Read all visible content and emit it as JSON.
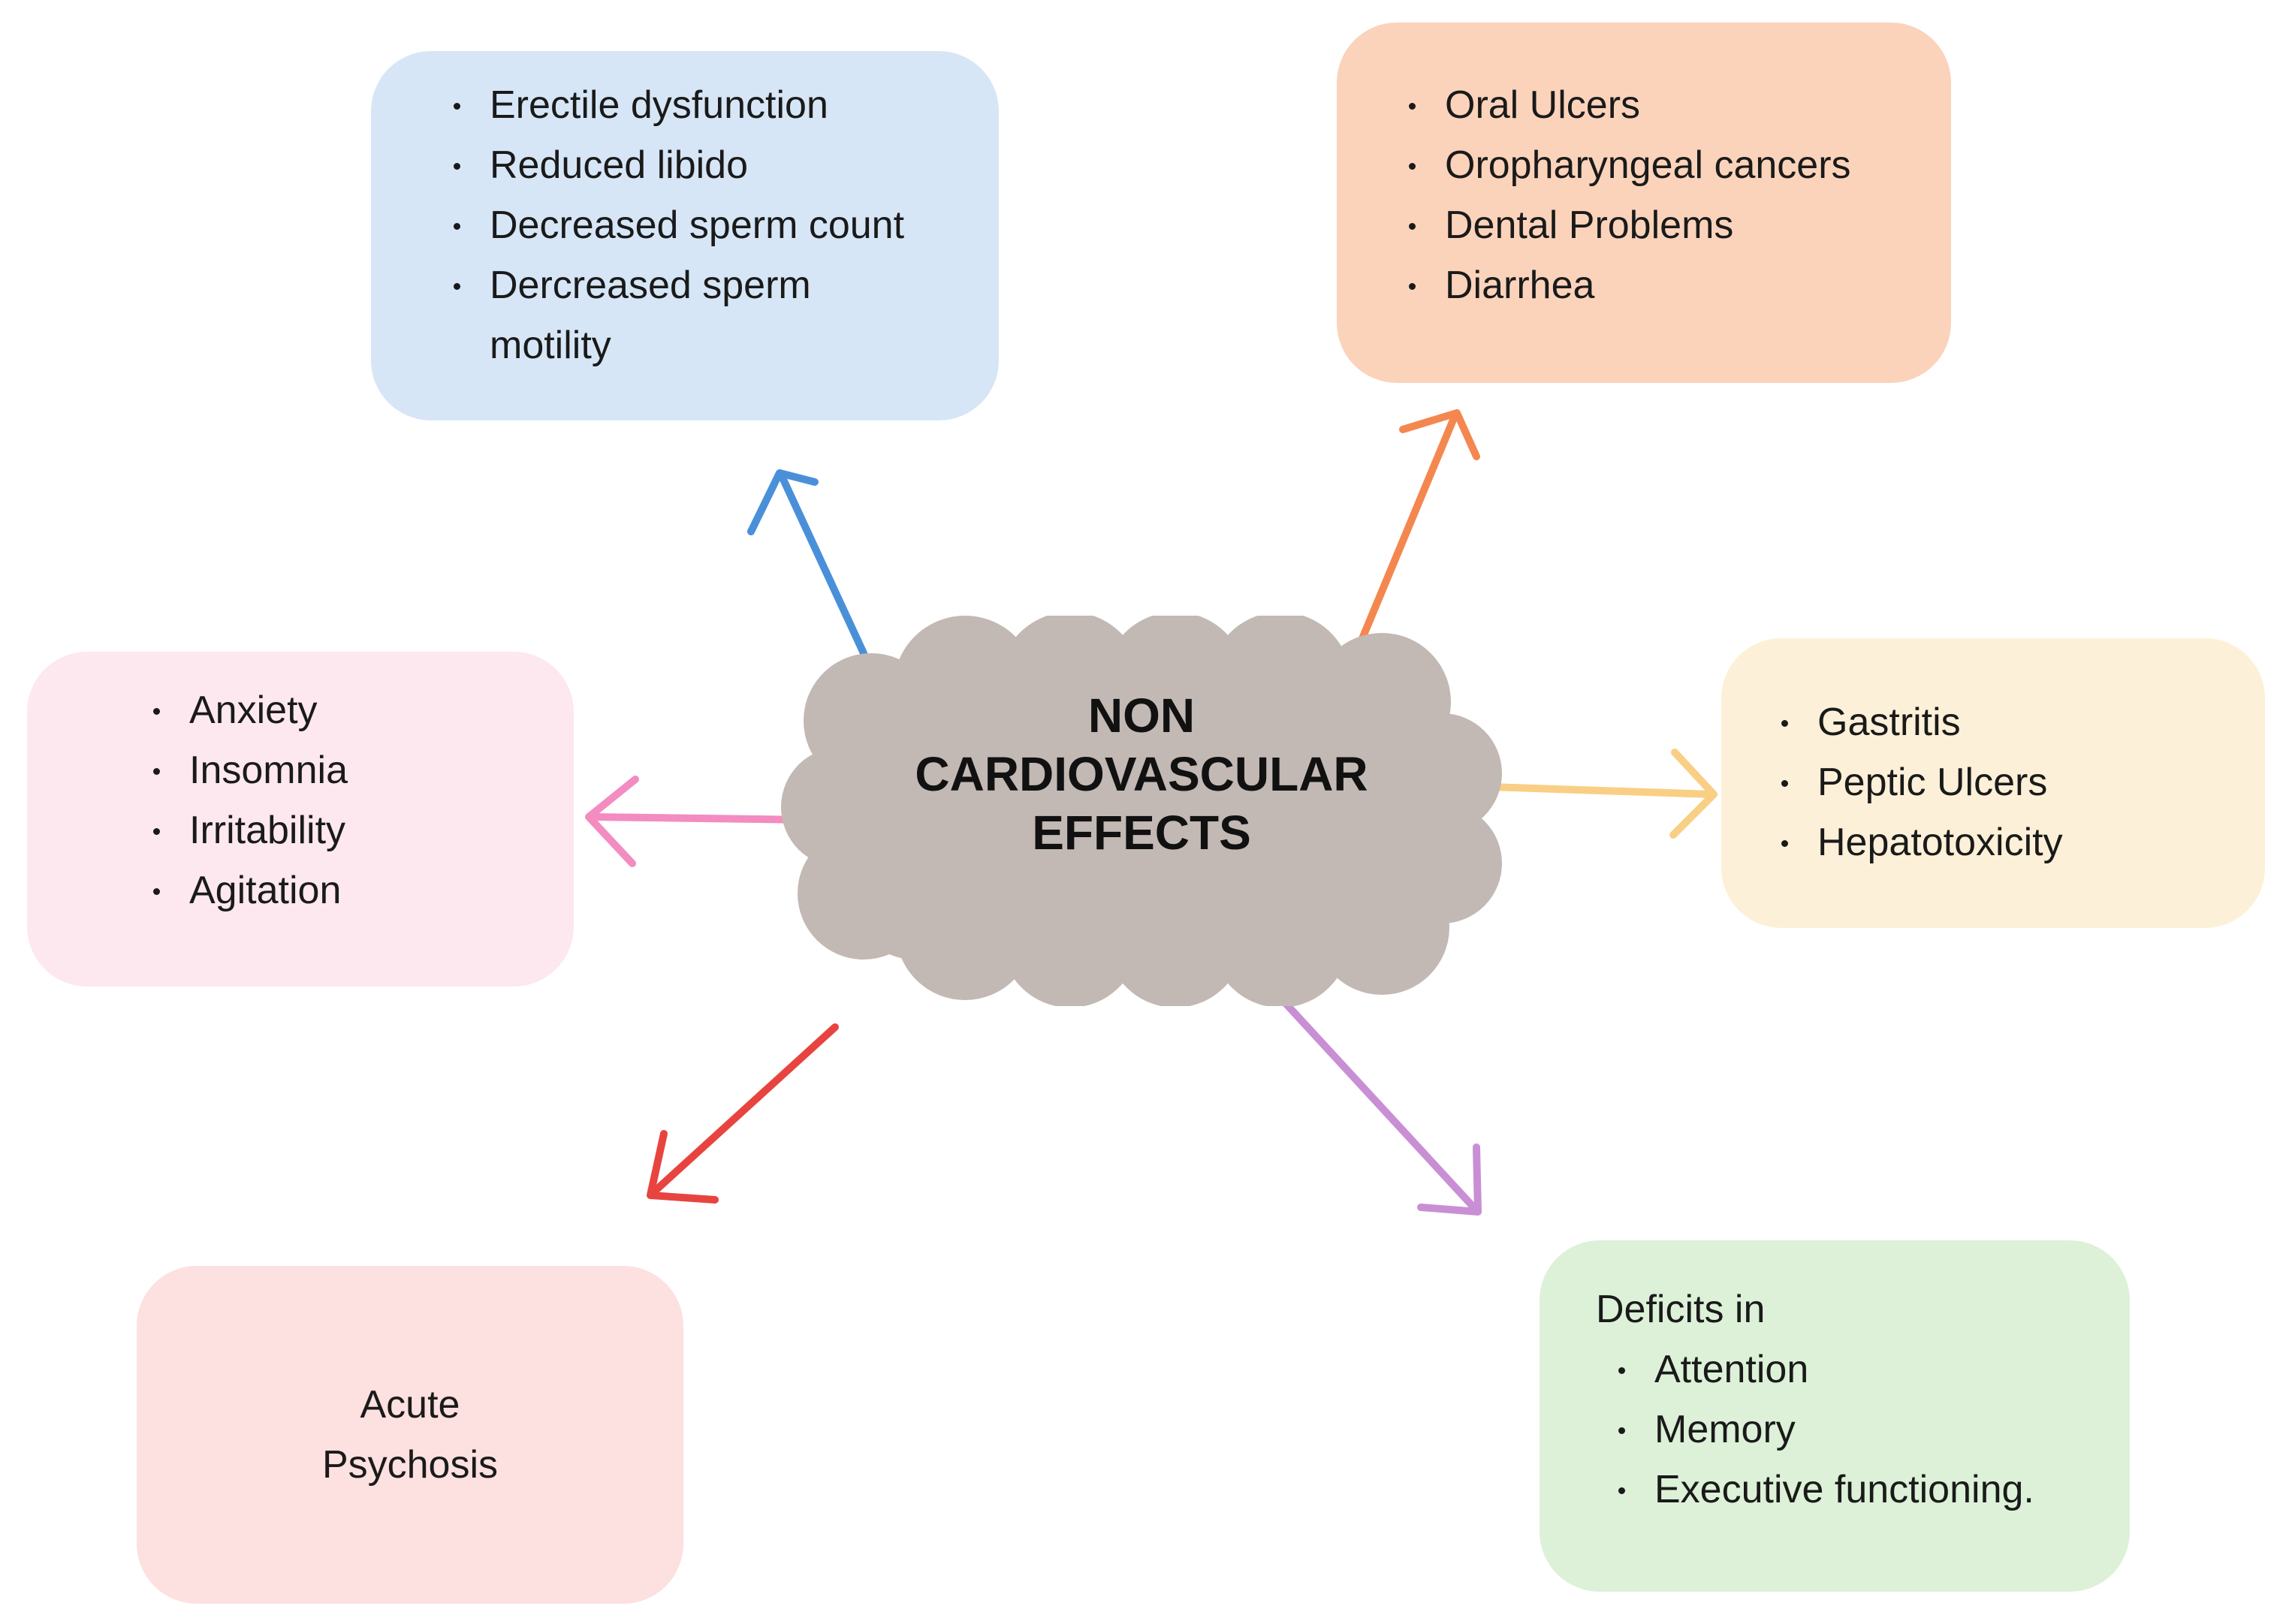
{
  "center": {
    "title_lines": [
      "NON",
      "CARDIOVASCULAR",
      "EFFECTS"
    ]
  },
  "boxes": {
    "sexual": {
      "items": [
        "Erectile dysfunction",
        "Reduced libido",
        "Decreased sperm count",
        "Dercreased sperm motility"
      ]
    },
    "oral": {
      "items": [
        "Oral Ulcers",
        "Oropharyngeal cancers",
        "Dental Problems",
        "Diarrhea"
      ]
    },
    "psychological": {
      "items": [
        "Anxiety",
        "Insomnia",
        "Irritability",
        "Agitation"
      ]
    },
    "gastric": {
      "items": [
        "Gastritis",
        "Peptic Ulcers",
        "Hepatotoxicity"
      ]
    },
    "psychosis": {
      "lines": [
        "Acute",
        "Psychosis"
      ]
    },
    "cognitive": {
      "heading": "Deficits in",
      "items": [
        "Attention",
        "Memory",
        "Executive functioning."
      ]
    }
  },
  "colors": {
    "cloud": "#c2b8b4",
    "arrow_blue": "#4a90d9",
    "arrow_orange": "#f4874f",
    "arrow_pink": "#f38cc0",
    "arrow_yellow": "#f9cf85",
    "arrow_red": "#e8443f",
    "arrow_purple": "#c98fd4"
  }
}
